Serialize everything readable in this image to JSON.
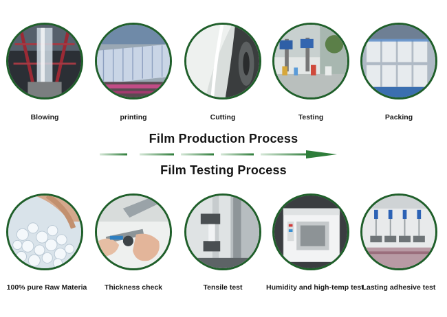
{
  "production": {
    "title": "Film Production Process",
    "steps": [
      {
        "label": "Blowing"
      },
      {
        "label": "printing"
      },
      {
        "label": "Cutting"
      },
      {
        "label": "Testing"
      },
      {
        "label": "Packing"
      }
    ]
  },
  "testing": {
    "title": "Film Testing Process",
    "steps": [
      {
        "label": "100% pure Raw Materia"
      },
      {
        "label": "Thickness check"
      },
      {
        "label": "Tensile test"
      },
      {
        "label": "Humidity and high-temp test"
      },
      {
        "label": "Lasting adhesive test"
      }
    ]
  },
  "colors": {
    "ring": "#1f5f2a",
    "arrow": "#2e7d3a",
    "arrow_faded": "#cfe3d2"
  }
}
